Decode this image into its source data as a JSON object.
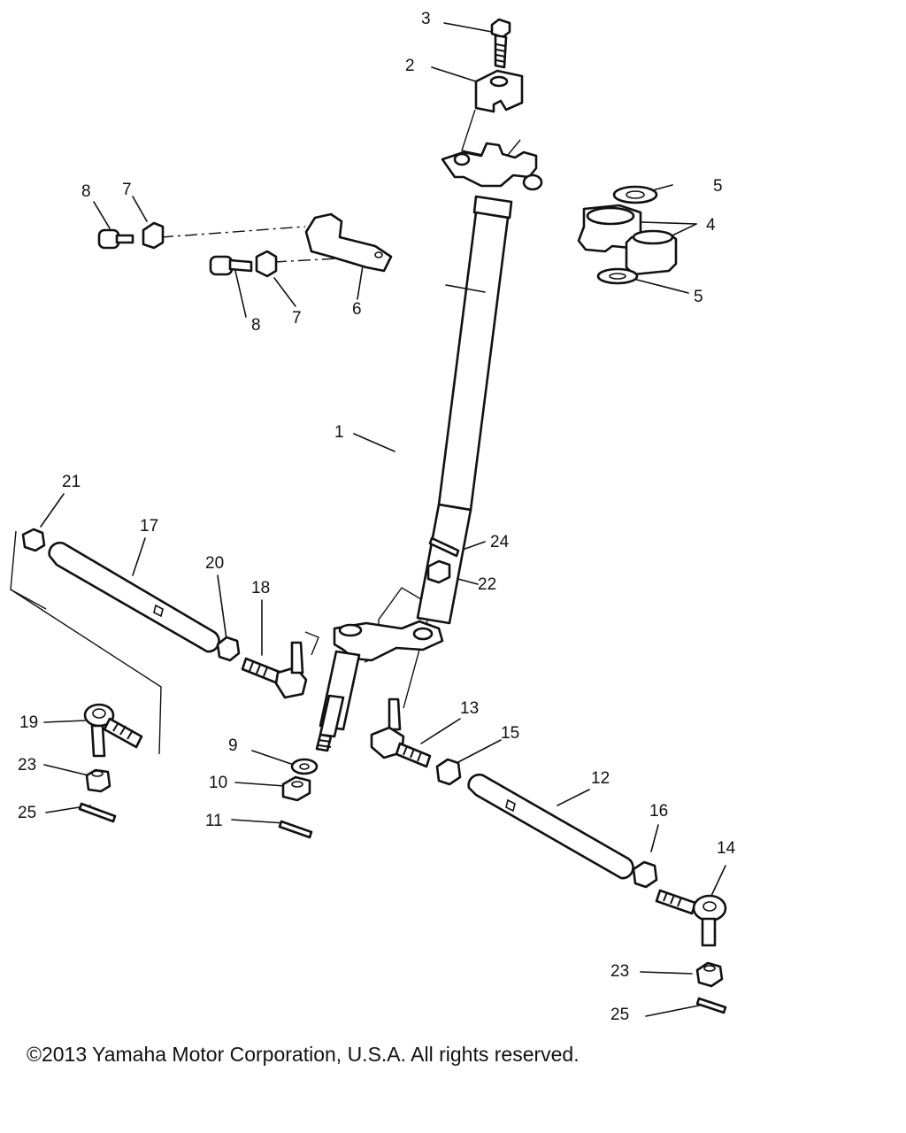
{
  "labels": {
    "l1": "1",
    "l2": "2",
    "l3": "3",
    "l4": "4",
    "l5a": "5",
    "l5b": "5",
    "l6": "6",
    "l7a": "7",
    "l7b": "7",
    "l8a": "8",
    "l8b": "8",
    "l9": "9",
    "l10": "10",
    "l11": "11",
    "l12": "12",
    "l13": "13",
    "l14": "14",
    "l15": "15",
    "l16": "16",
    "l17": "17",
    "l18": "18",
    "l19": "19",
    "l20": "20",
    "l21": "21",
    "l22": "22",
    "l23a": "23",
    "l23b": "23",
    "l24": "24",
    "l25a": "25",
    "l25b": "25"
  },
  "footer": {
    "copyright": "©2013 Yamaha Motor Corporation, U.S.A. All rights reserved."
  }
}
